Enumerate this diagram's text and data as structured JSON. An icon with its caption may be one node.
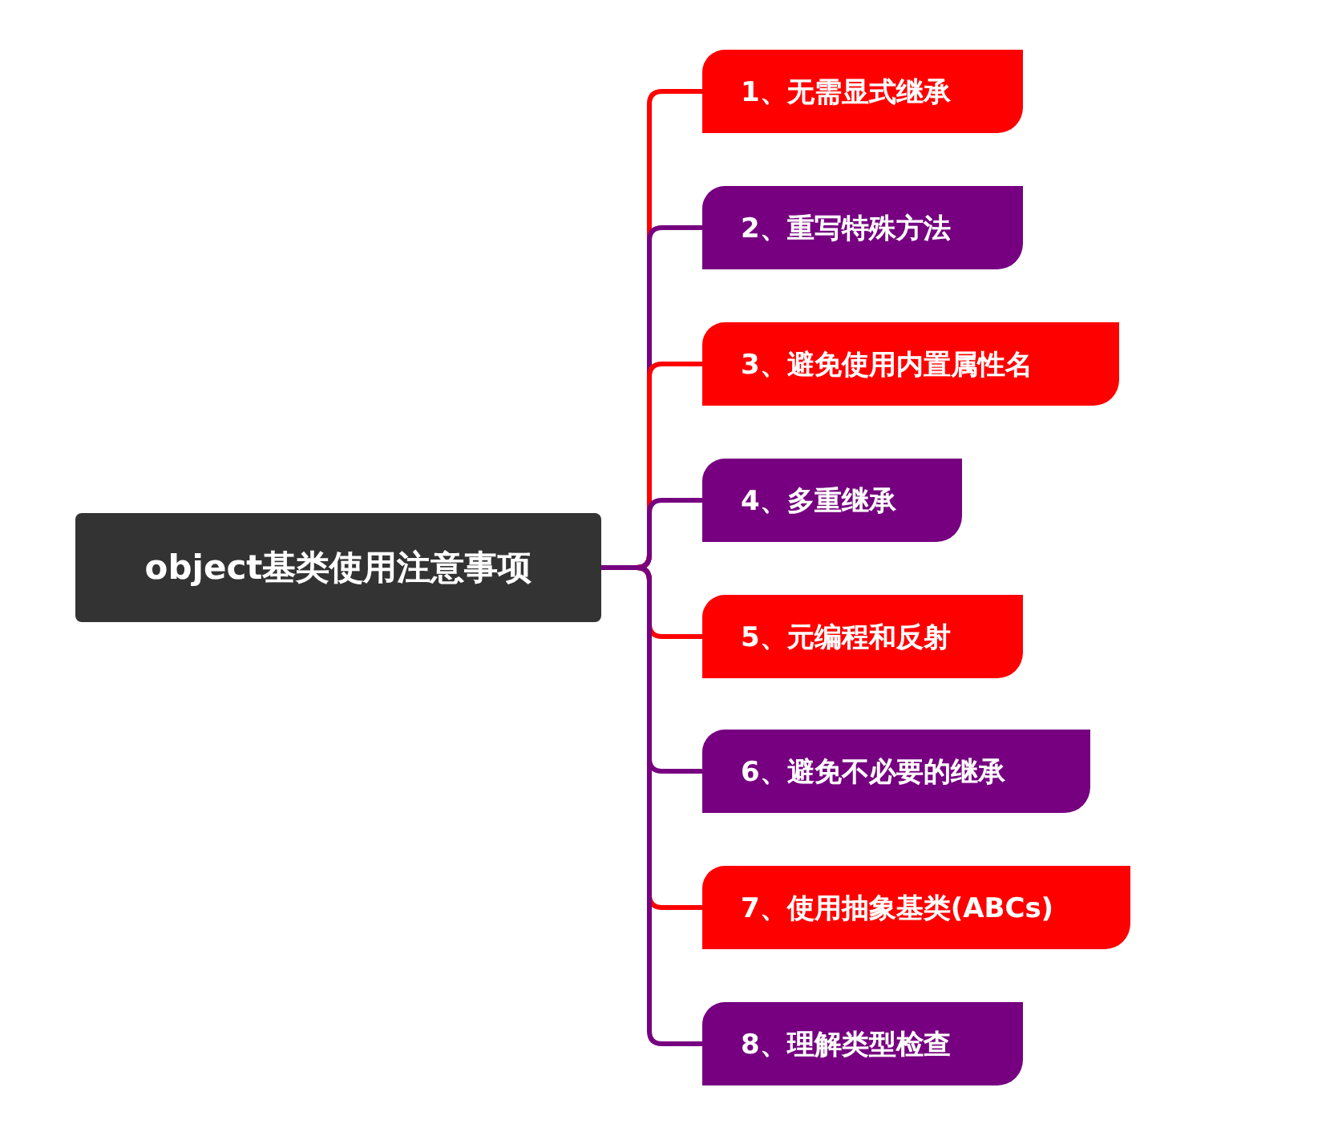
{
  "diagram": {
    "nodes": [
      {
        "text": [
          "object基类使用注意事项"
        ]
      },
      {
        "text": [
          "1、无需显式继承"
        ]
      },
      {
        "text": [
          "2、重写特殊方法"
        ]
      },
      {
        "text": [
          "3、避免使用内置属性名"
        ]
      },
      {
        "text": [
          "4、多重继承"
        ]
      },
      {
        "text": [
          "5、元编程和反射"
        ]
      },
      {
        "text": [
          "6、避免不必要的继承"
        ]
      },
      {
        "text": [
          "7、使用抽象基类(ABCs)"
        ]
      },
      {
        "text": [
          "8、理解类型检查"
        ]
      }
    ],
    "edges": [
      {
        "from": 0,
        "to": 1,
        "arrow": "none",
        "color": "#ff0000"
      },
      {
        "from": 0,
        "to": 2,
        "arrow": "none",
        "color": "#760080"
      },
      {
        "from": 0,
        "to": 3,
        "arrow": "none",
        "color": "#ff0000"
      },
      {
        "from": 0,
        "to": 4,
        "arrow": "none",
        "color": "#760080"
      },
      {
        "from": 0,
        "to": 5,
        "arrow": "none",
        "color": "#ff0000"
      },
      {
        "from": 0,
        "to": 6,
        "arrow": "none",
        "color": "#760080"
      },
      {
        "from": 0,
        "to": 7,
        "arrow": "none",
        "color": "#ff0000"
      },
      {
        "from": 0,
        "to": 8,
        "arrow": "none",
        "color": "#760080"
      }
    ]
  }
}
